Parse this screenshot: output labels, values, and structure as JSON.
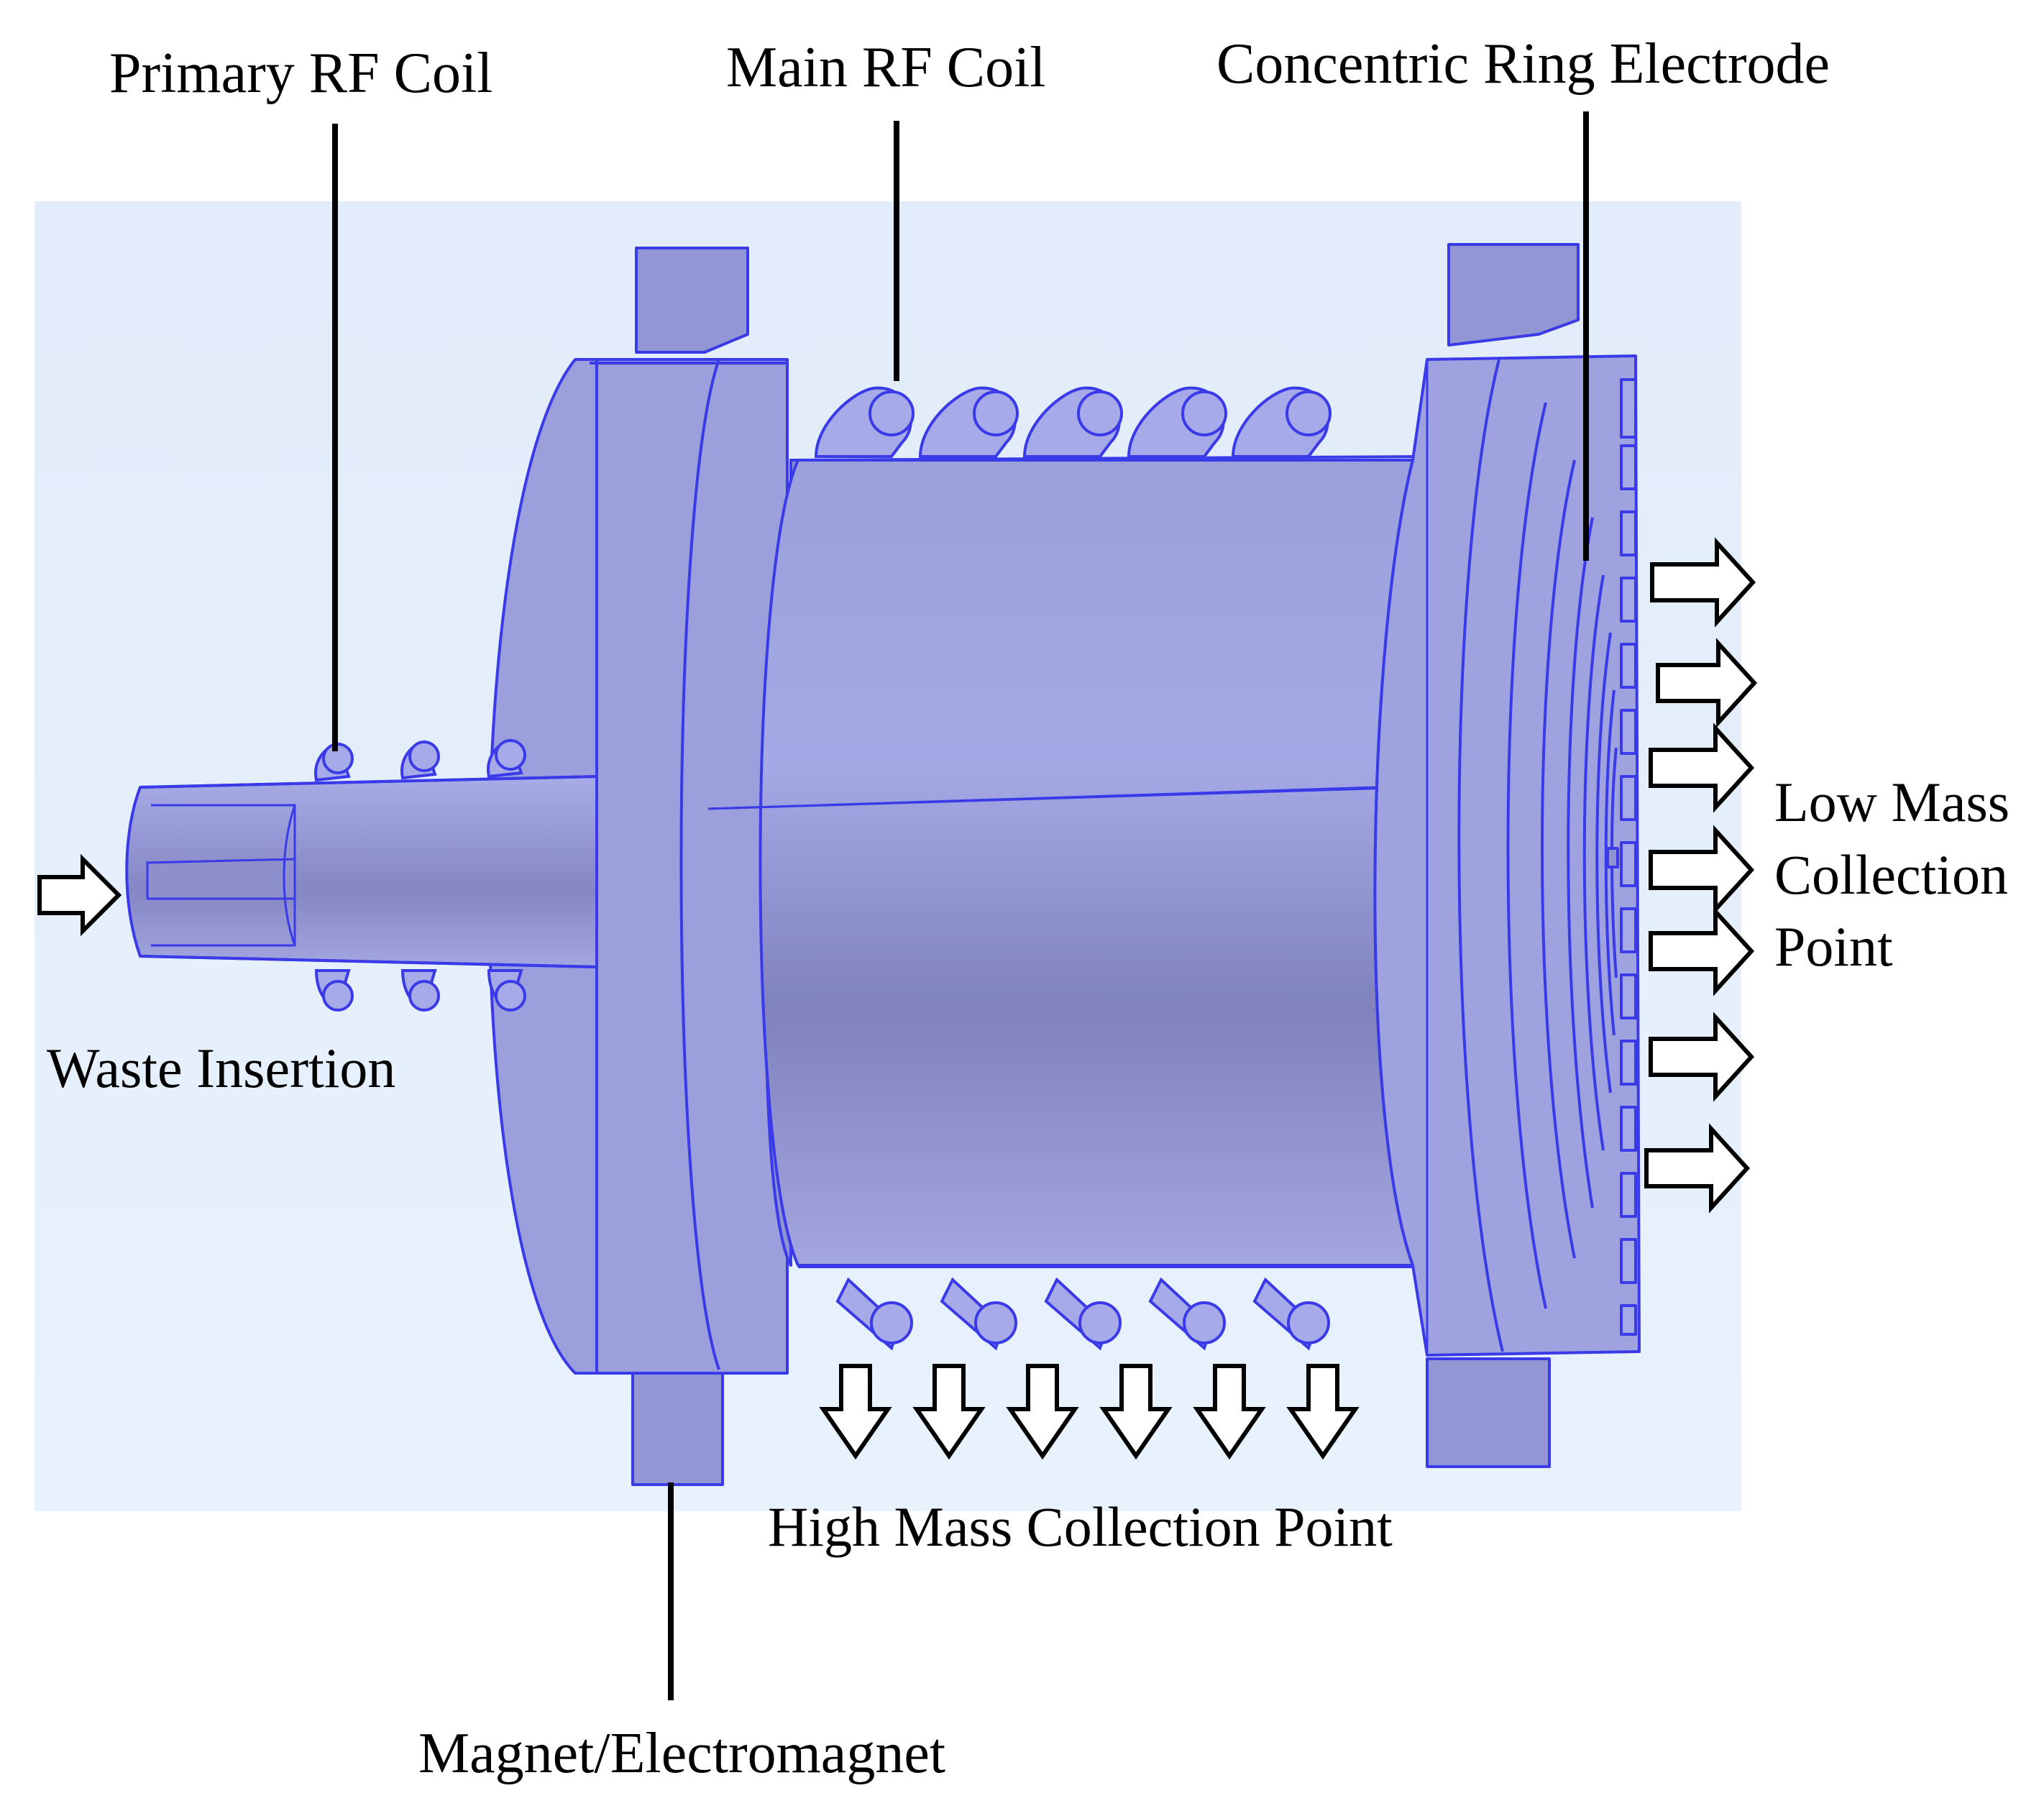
{
  "labels": {
    "primary_rf_coil": "Primary RF Coil",
    "main_rf_coil": "Main RF Coil",
    "concentric_ring_electrode": "Concentric Ring Electrode",
    "waste_insertion": "Waste Insertion",
    "low_mass": "Low Mass",
    "collection": "Collection",
    "point": "Point",
    "high_mass_collection_point": "High Mass Collection Point",
    "magnet": "Magnet/Electromagnet"
  },
  "colors": {
    "background_panel": "#e4effc",
    "body_fill": "#9c9fd9",
    "body_edge": "#3a3ae8",
    "arrow_stroke": "#000000"
  }
}
